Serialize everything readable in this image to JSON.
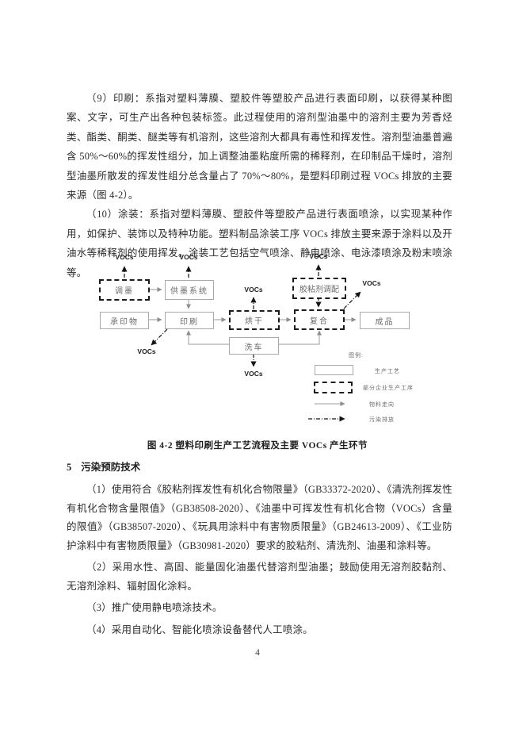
{
  "paragraphs": {
    "p9": "（9）印刷：系指对塑料薄膜、塑胶件等塑胶产品进行表面印刷，以获得某种图案、文字，可生产出各种包装标签。此过程使用的溶剂型油墨中的溶剂主要为芳香烃类、酯类、酮类、醚类等有机溶剂，这些溶剂大都具有毒性和挥发性。溶剂型油墨普遍含 50%～60%的挥发性组分，加上调整油墨粘度所需的稀释剂，在印制品干燥时，溶剂型油墨所散发的挥发性组分总含量占了 70%～80%，是塑料印刷过程 VOCs 排放的主要来源（图 4-2）。",
    "p10": "（10）涂装：系指对塑料薄膜、塑胶件等塑胶产品进行表面喷涂，以实现某种作用，如保护、装饰以及特种功能。塑料制品涂装工序 VOCs 排放主要来源于涂料以及开油水等稀释剂的使用挥发。涂装工艺包括空气喷涂、静电喷涂、电泳漆喷涂及粉末喷涂等。"
  },
  "figure": {
    "caption": "图 4-2 塑料印刷生产工艺流程及主要 VOCs 产生环节",
    "voc_label": "VOCs",
    "nodes": {
      "tiaomo": "调墨",
      "gongmo": "供墨系统",
      "jiaonianji": "胶粘剂调配",
      "chengyinwu": "承印物",
      "yinshua": "印刷",
      "honggan": "烘干",
      "fuhe": "复合",
      "chengpin": "成品",
      "xiche": "洗车"
    },
    "legend": {
      "title": "图例:",
      "solid_box": "生产工艺",
      "dashed_box": "部分企业生产工序",
      "solid_arrow": "物料走向",
      "dashdot_arrow": "污染排放"
    }
  },
  "section5": {
    "number": "5",
    "title": "污染预防技术",
    "items": [
      "（1）使用符合《胶粘剂挥发性有机化合物限量》（GB33372-2020）、《清洗剂挥发性有机化合物含量限值》（GB38508-2020）、《油墨中可挥发性有机化合物（VOCs）含量的限值》（GB38507-2020）、《玩具用涂料中有害物质限量》（GB24613-2009）、《工业防护涂料中有害物质限量》（GB30981-2020）要求的胶粘剂、清洗剂、油墨和涂料等。",
      "（2）采用水性、高固、能量固化油墨代替溶剂型油墨；鼓励使用无溶剂胶黏剂、无溶剂涂料、辐射固化涂料。",
      "（3）推广使用静电喷涂技术。",
      "（4）采用自动化、智能化喷涂设备替代人工喷涂。"
    ]
  },
  "page": {
    "number": "4"
  }
}
